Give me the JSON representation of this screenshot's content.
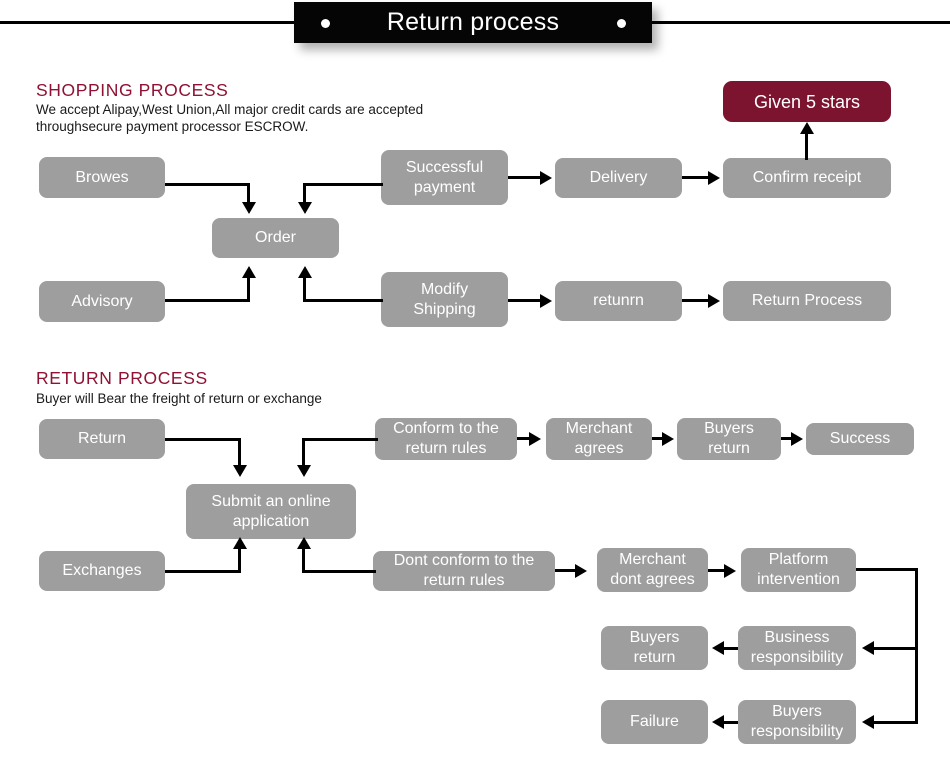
{
  "header": {
    "title": "Return process",
    "dot_left": "bullet-dot",
    "dot_right": "bullet-dot"
  },
  "shopping_section": {
    "title": "SHOPPING PROCESS",
    "subtitle": "We accept Alipay,West Union,All major credit cards are accepted\nthroughsecure payment processor ESCROW."
  },
  "return_section": {
    "title": "RETURN PROCESS",
    "subtitle": "Buyer will Bear the freight of return or exchange"
  },
  "colors": {
    "box_gray": "#9e9e9e",
    "accent_maroon": "#7c1430",
    "heading_maroon": "#8f1133",
    "banner_black": "#050505",
    "line_black": "#000000",
    "box_text": "#ffffff",
    "background": "#ffffff"
  },
  "nodes": {
    "given_5_stars": "Given 5 stars",
    "browes": "Browes",
    "order": "Order",
    "successful_payment": "Successful\npayment",
    "delivery": "Delivery",
    "confirm_receipt": "Confirm receipt",
    "advisory": "Advisory",
    "modify_shipping": "Modify\nShipping",
    "retunrn": "retunrn",
    "return_process": "Return Process",
    "return": "Return",
    "submit_online_application": "Submit an online\napplication",
    "conform_to_return_rules": "Conform to the\nreturn rules",
    "merchant_agrees": "Merchant\nagrees",
    "buyers_return_top": "Buyers\nreturn",
    "success": "Success",
    "exchanges": "Exchanges",
    "dont_conform_to_return_rules": "Dont conform to the\nreturn rules",
    "merchant_dont_agrees": "Merchant\ndont agrees",
    "platform_intervention": "Platform\nintervention",
    "buyers_return_mid": "Buyers\nreturn",
    "business_responsibility": "Business\nresponsibility",
    "failure": "Failure",
    "buyers_responsibility": "Buyers\nresponsibility"
  }
}
